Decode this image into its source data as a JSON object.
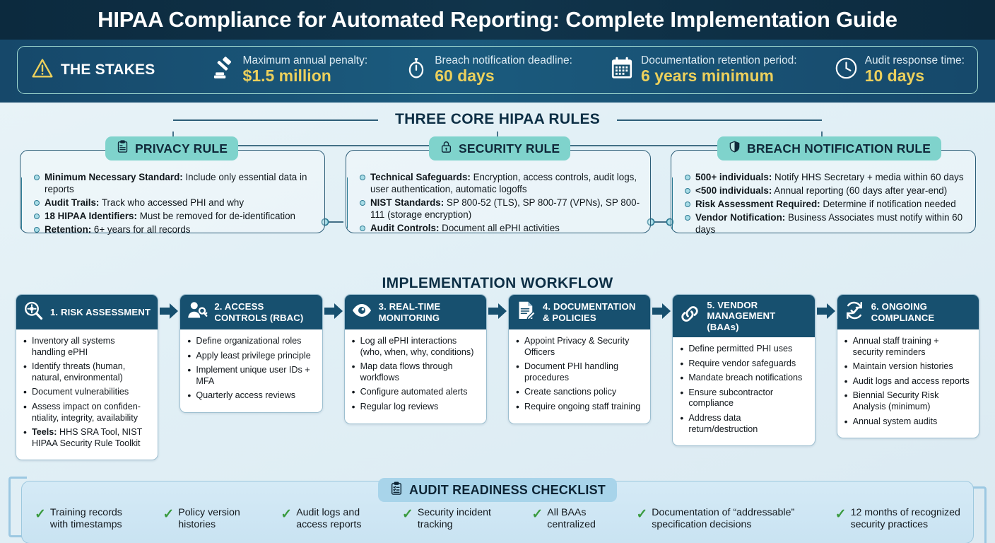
{
  "title": "HIPAA Compliance for Automated Reporting: Complete Implementation Guide",
  "colors": {
    "title_bar": "#0c2a3e",
    "stakes_bar": "#1b5b7e",
    "accent_gold": "#ecd05c",
    "pill_teal": "#7fd3cc",
    "card_header_blue": "#17506f",
    "check_green": "#3a9b3f",
    "checklist_pill": "#a8d4ea"
  },
  "stakes": {
    "warning_icon": "warning-triangle-icon",
    "title": "THE STAKES",
    "items": [
      {
        "icon": "gavel-icon",
        "caption": "Maximum annual penalty:",
        "value": "$1.5 million"
      },
      {
        "icon": "stopwatch-icon",
        "caption": "Breach notification deadline:",
        "value": "60 days"
      },
      {
        "icon": "calendar-icon",
        "caption": "Documentation retention period:",
        "value": "6 years minimum"
      },
      {
        "icon": "clock-icon",
        "caption": "Audit response time:",
        "value": "10 days"
      }
    ]
  },
  "core_rules": {
    "heading": "THREE CORE HIPAA RULES",
    "cards": [
      {
        "icon": "clipboard-icon",
        "title": "PRIVACY RULE",
        "items": [
          {
            "term": "Minimum Necessary Standard:",
            "desc": " Include only essential data in reports"
          },
          {
            "term": "Audit Trails:",
            "desc": " Track who accessed PHI and why"
          },
          {
            "term": "18 HIPAA Identifiers:",
            "desc": " Must be removed for de-identification"
          },
          {
            "term": "Retention:",
            "desc": " 6+ years for all records"
          }
        ]
      },
      {
        "icon": "lock-icon",
        "title": "SECURITY RULE",
        "items": [
          {
            "term": "Technical Safeguards:",
            "desc": " Encryption, access controls, audit logs, user authentication, automatic logoffs"
          },
          {
            "term": "NIST Standards:",
            "desc": " SP 800-52 (TLS), SP 800-77 (VPNs), SP 800-111 (storage encryption)"
          },
          {
            "term": "Audit Controls:",
            "desc": " Document all ePHI activities"
          }
        ]
      },
      {
        "icon": "shield-icon",
        "title": "BREACH NOTIFICATION RULE",
        "items": [
          {
            "term": "500+ individuals:",
            "desc": " Notify HHS Secretary + media within 60 days"
          },
          {
            "term": "<500 individuals:",
            "desc": " Annual reporting (60 days after year-end)"
          },
          {
            "term": "Risk Assessment Required:",
            "desc": " Determine if notification needed"
          },
          {
            "term": "Vendor Notification:",
            "desc": " Business Associates must notify within 60 days"
          }
        ]
      }
    ]
  },
  "workflow": {
    "heading": "IMPLEMENTATION WORKFLOW",
    "steps": [
      {
        "icon": "magnifier-gear-icon",
        "title": "1. RISK ASSESSMENT",
        "items": [
          {
            "text": "Inventory all systems handling ePHI"
          },
          {
            "text": "Identify threats (human, natural, environmental)"
          },
          {
            "text": "Document vulnerabilities"
          },
          {
            "text": "Assess impact on confiden-ntiality, integrity, availability"
          },
          {
            "term": "Teels:",
            "text": " HHS SRA Tool, NIST HIPAA Security Rule Toolkit"
          }
        ]
      },
      {
        "icon": "user-key-icon",
        "title": "2. ACCESS CONTROLS (RBAC)",
        "items": [
          {
            "text": "Define organizational roles"
          },
          {
            "text": "Apply least privilege principle"
          },
          {
            "text": "Implement unique user IDs + MFA"
          },
          {
            "text": "Quarterly access reviews"
          }
        ]
      },
      {
        "icon": "eye-icon",
        "title": "3. REAL-TIME MONITORING",
        "items": [
          {
            "text": "Log all ePHI interactions (who, when, why, conditions)"
          },
          {
            "text": "Map data flows through workflows"
          },
          {
            "text": "Configure automated alerts"
          },
          {
            "text": "Regular log reviews"
          }
        ]
      },
      {
        "icon": "document-pencil-icon",
        "title": "4. DOCUMENTATION & POLICIES",
        "items": [
          {
            "text": "Appoint Privacy & Security Officers"
          },
          {
            "text": "Document PHI handling procedures"
          },
          {
            "text": "Create sanctions policy"
          },
          {
            "text": "Require ongoing staff training"
          }
        ]
      },
      {
        "icon": "link-chain-icon",
        "title": "5. VENDOR MANAGEMENT (BAAs)",
        "items": [
          {
            "text": "Define permitted PHI uses"
          },
          {
            "text": "Require vendor safeguards"
          },
          {
            "text": "Mandate breach notifications"
          },
          {
            "text": "Ensure subcontractor compliance"
          },
          {
            "text": "Address data return/destruction"
          }
        ]
      },
      {
        "icon": "refresh-check-icon",
        "title": "6. ONGOING COMPLIANCE",
        "items": [
          {
            "text": "Annual staff training + security reminders"
          },
          {
            "text": "Maintain version histories"
          },
          {
            "text": "Audit logs and access reports"
          },
          {
            "text": "Biennial Security Risk Analysis (minimum)"
          },
          {
            "text": "Annual system audits"
          }
        ]
      }
    ]
  },
  "checklist": {
    "icon": "checklist-clipboard-icon",
    "title": "AUDIT READINESS CHECKLIST",
    "items": [
      "Training records\nwith timestamps",
      "Policy version\nhistories",
      "Audit logs and\naccess reports",
      "Security incident\ntracking",
      "All BAAs\ncentralized",
      "Documentation of “addressable”\nspecification decisions",
      "12 months of recognized\nsecurity practices"
    ]
  }
}
